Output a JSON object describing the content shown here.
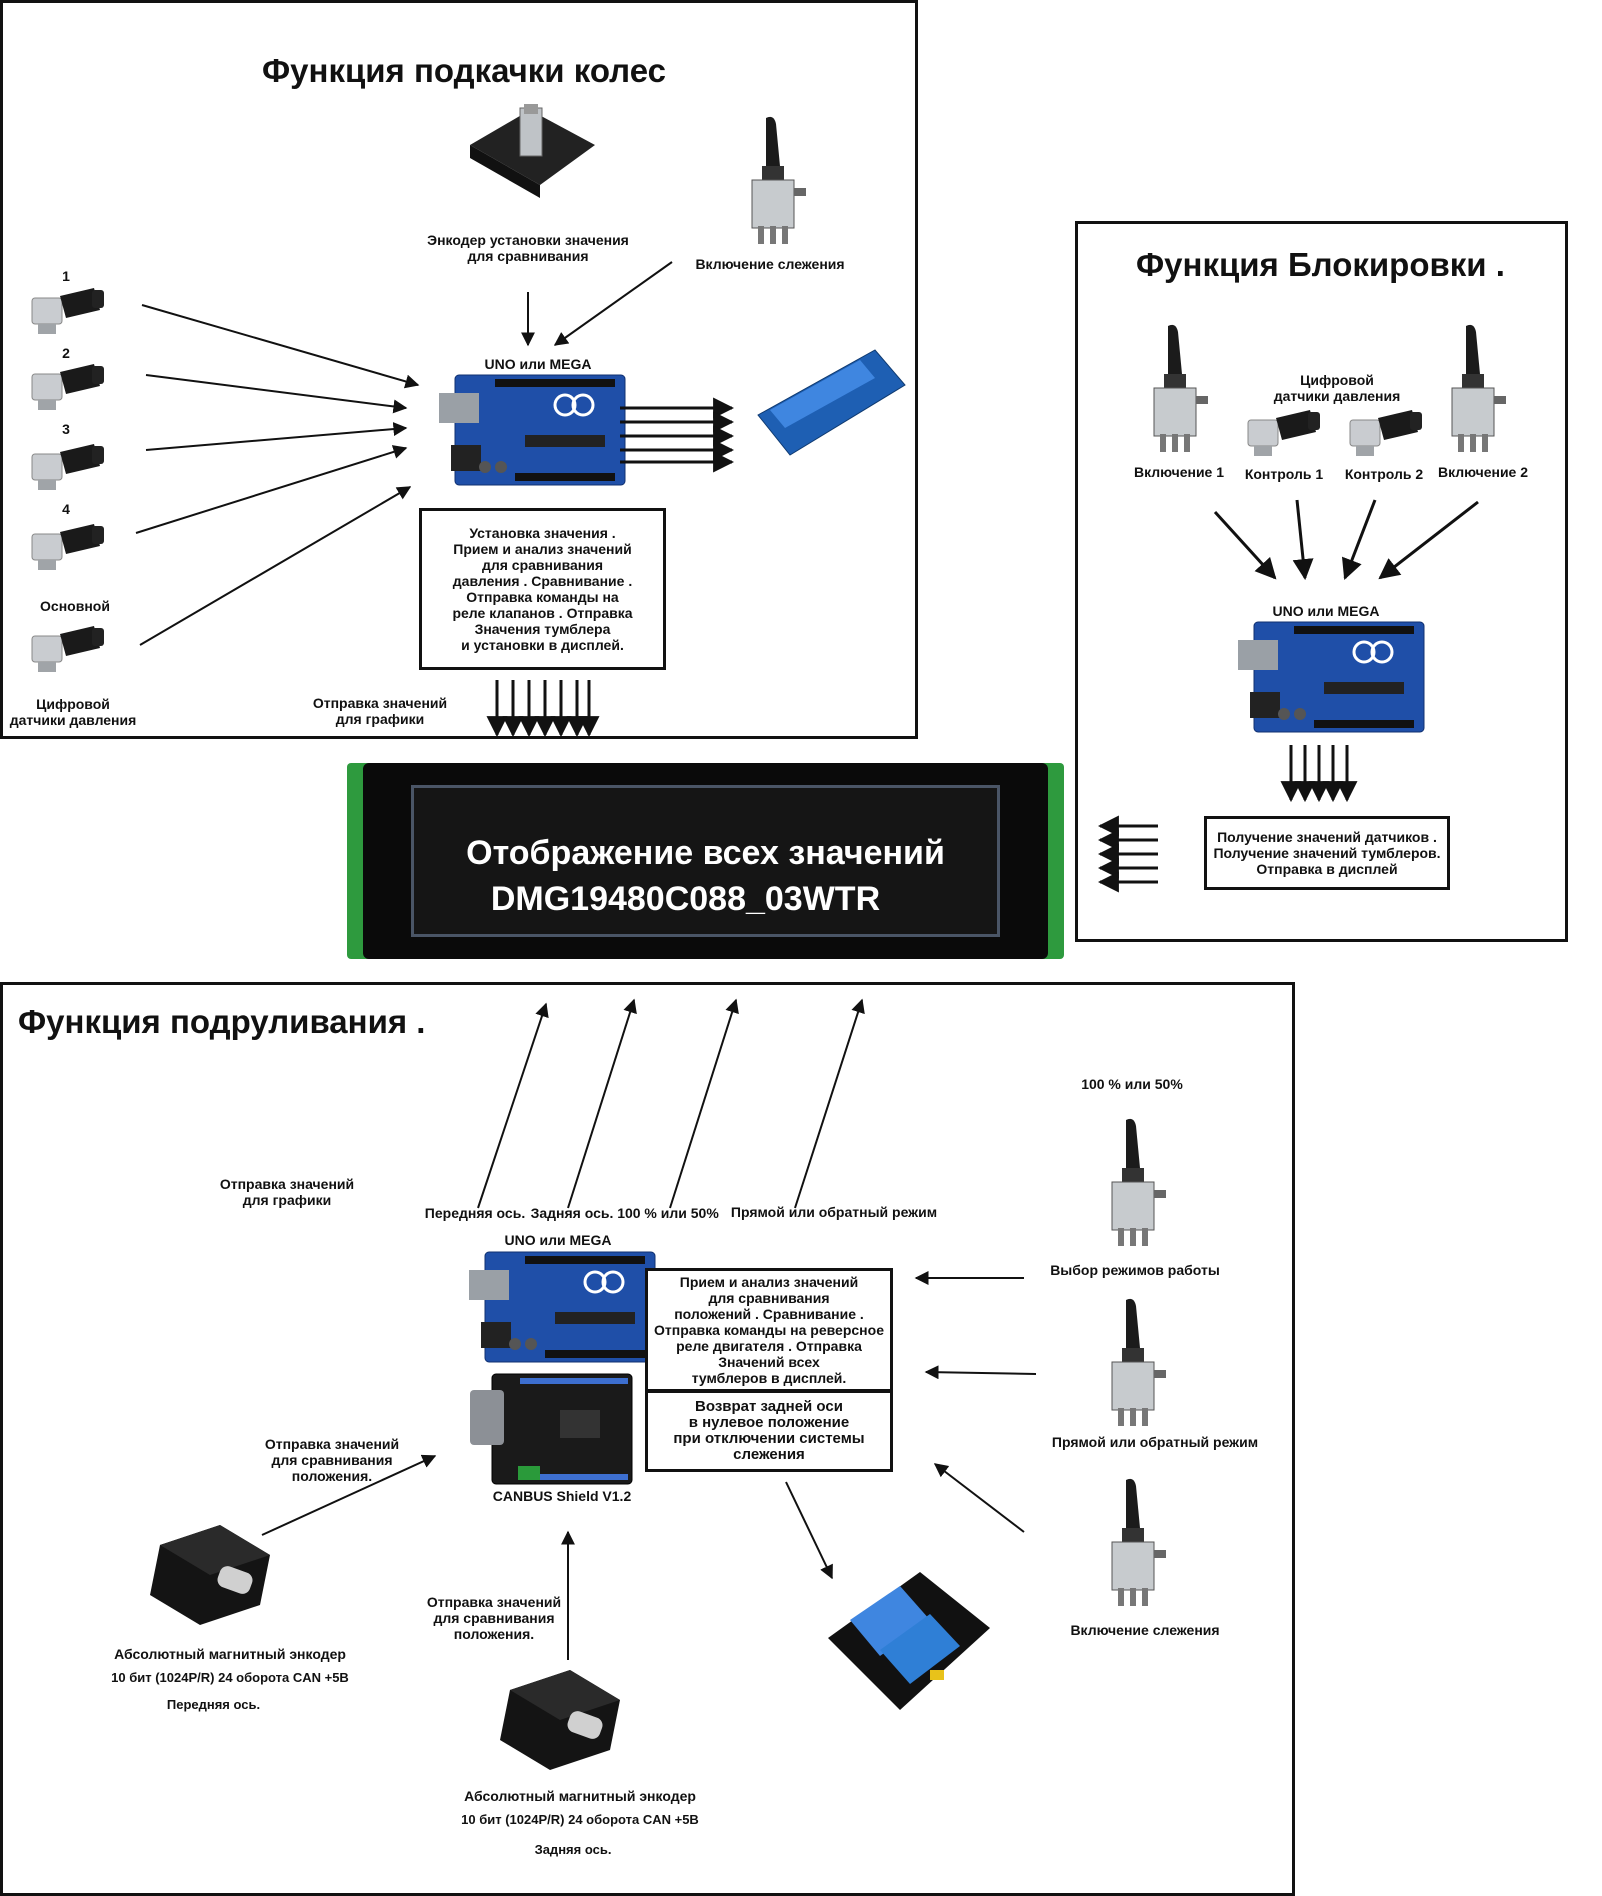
{
  "panel1": {
    "title": "Функция подкачки колес",
    "encoder_label": "Энкодер установки значения\nдля сравнивания",
    "toggle_label": "Включение слежения",
    "sensor_numbers": [
      "1",
      "2",
      "3",
      "4"
    ],
    "sensor_main_label": "Основной",
    "sensor_caption": "Цифровой\nдатчики давления",
    "board_label": "UNO или MEGA",
    "process_box": "Установка значения .\nПрием и анализ  значений\nдля сравнивания\nдавления . Сравнивание .\nОтправка команды на\nреле клапанов . Отправка\nЗначения тумблера\nи установки в дисплей.",
    "send_graph_label": "Отправка значений\nдля графики"
  },
  "panel2": {
    "title": "Функция Блокировки .",
    "sensor_caption": "Цифровой\nдатчики давления",
    "toggle1_label": "Включение 1",
    "control1_label": "Контроль 1",
    "control2_label": "Контроль 2",
    "toggle2_label": "Включение 2",
    "board_label": "UNO или MEGA",
    "process_box": "Получение значений датчиков .\nПолучение значений тумблеров.\nОтправка в дисплей"
  },
  "display": {
    "line1": "Отображение всех значений",
    "line2": "DMG19480C088_03WTR"
  },
  "panel3": {
    "title": "Функция подруливания .",
    "send_graph_label": "Отправка значений\nдля графики",
    "arrow_labels": {
      "front_axle": "Передняя ось.",
      "rear_axle": "Задняя ось.",
      "percent": "100 % или 50%",
      "direction": "Прямой или обратный режим"
    },
    "board_label": "UNO или MEGA",
    "canbus_label": "CANBUS Shield V1.2",
    "process_box": "Прием и анализ  значений\nдля сравнивания\nположений . Сравнивание .\nОтправка команды на реверсное\nреле двигателя . Отправка\nЗначений всех\nтумблеров в дисплей.",
    "return_box": "Возврат задней оси\nв нулевое положение\nпри отключении системы\nслежения",
    "percent_top_label": "100 % или 50%",
    "mode_select_label": "Выбор режимов работы",
    "direction_label": "Прямой или обратный режим",
    "tracking_label": "Включение слежения",
    "front_send_label": "Отправка значений\nдля сравнивания\nположения.",
    "rear_send_label": "Отправка значений\nдля сравнивания\nположения.",
    "front_encoder": {
      "line1": "Абсолютный магнитный энкодер",
      "line2": "10 бит (1024P/R) 24 оборота  CAN +5В",
      "line3": "Передняя ось."
    },
    "rear_encoder": {
      "line1": "Абсолютный магнитный энкодер",
      "line2": "10 бит (1024P/R) 24 оборота  CAN +5В",
      "line3": "Задняя ось."
    }
  },
  "colors": {
    "arduino_blue": "#1f4fa8",
    "relay_blue": "#2f7fd6",
    "display_green": "#2e9a3e",
    "screen_black": "#0a0a0a"
  }
}
